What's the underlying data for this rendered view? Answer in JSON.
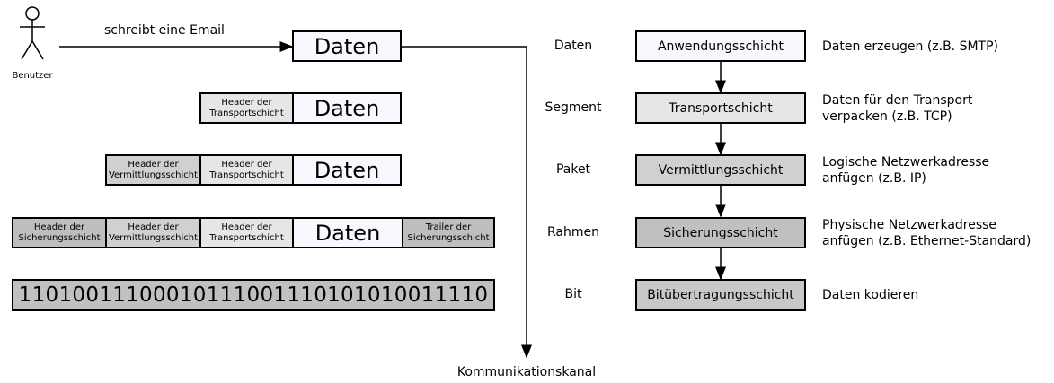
{
  "actor": {
    "name": "Benutzer"
  },
  "action_label": "schreibt eine Email",
  "channel_label": "Kommunikationskanal",
  "packets": {
    "data_label": "Daten",
    "transport_header": "Header der Transportschicht",
    "network_header": "Header der Vermittlungsschicht",
    "link_header": "Header der Sicherungsschicht",
    "link_trailer": "Trailer der Sicherungsschicht",
    "bits": "11010011100010111001110101010011110"
  },
  "pdu_names": [
    "Daten",
    "Segment",
    "Paket",
    "Rahmen",
    "Bit"
  ],
  "layers": [
    {
      "name": "Anwendungsschicht",
      "description": "Daten erzeugen (z.B. SMTP)",
      "color": "#f8f8ff"
    },
    {
      "name": "Transportschicht",
      "description": "Daten für den Transport verpacken (z.B. TCP)",
      "color": "#e6e6e6"
    },
    {
      "name": "Vermittlungsschicht",
      "description": "Logische Netzwerkadresse anfügen (z.B. IP)",
      "color": "#d0d0d0"
    },
    {
      "name": "Sicherungsschicht",
      "description": "Physische Netzwerkadresse anfügen (z.B. Ethernet-Standard)",
      "color": "#c0c0c0"
    },
    {
      "name": "Bitübertragungsschicht",
      "description": "Daten kodieren",
      "color": "#c8c8c8"
    }
  ]
}
